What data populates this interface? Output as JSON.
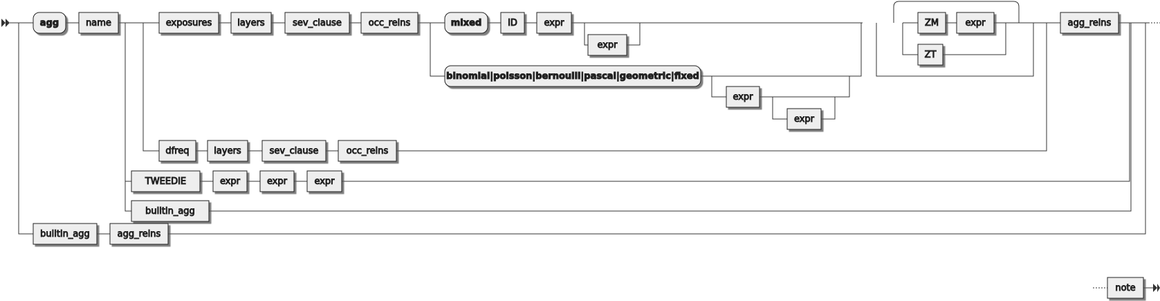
{
  "diagram": {
    "row_main": {
      "agg": "agg",
      "name": "name",
      "exposures": "exposures",
      "layers": "layers",
      "sev_clause": "sev_clause",
      "occ_reins": "occ_reins",
      "mixed": "mixed",
      "id": "ID",
      "expr": "expr",
      "expr_opt": "expr",
      "zm": "ZM",
      "zm_expr": "expr",
      "zt": "ZT",
      "agg_reins": "agg_reins"
    },
    "row_dist": {
      "distribution": "binomial|poisson|bernoulli|pascal|geometric|fixed",
      "expr1": "expr",
      "expr2": "expr"
    },
    "row_dfreq": {
      "dfreq": "dfreq",
      "layers": "layers",
      "sev_clause": "sev_clause",
      "occ_reins": "occ_reins"
    },
    "row_tweedie": {
      "tweedie": "TWEEDIE",
      "expr1": "expr",
      "expr2": "expr",
      "expr3": "expr"
    },
    "row_builtin": {
      "builtin_agg": "builtin_agg"
    },
    "row_alt": {
      "builtin_agg": "builtin_agg",
      "agg_reins": "agg_reins"
    },
    "note": {
      "label": "note"
    }
  }
}
